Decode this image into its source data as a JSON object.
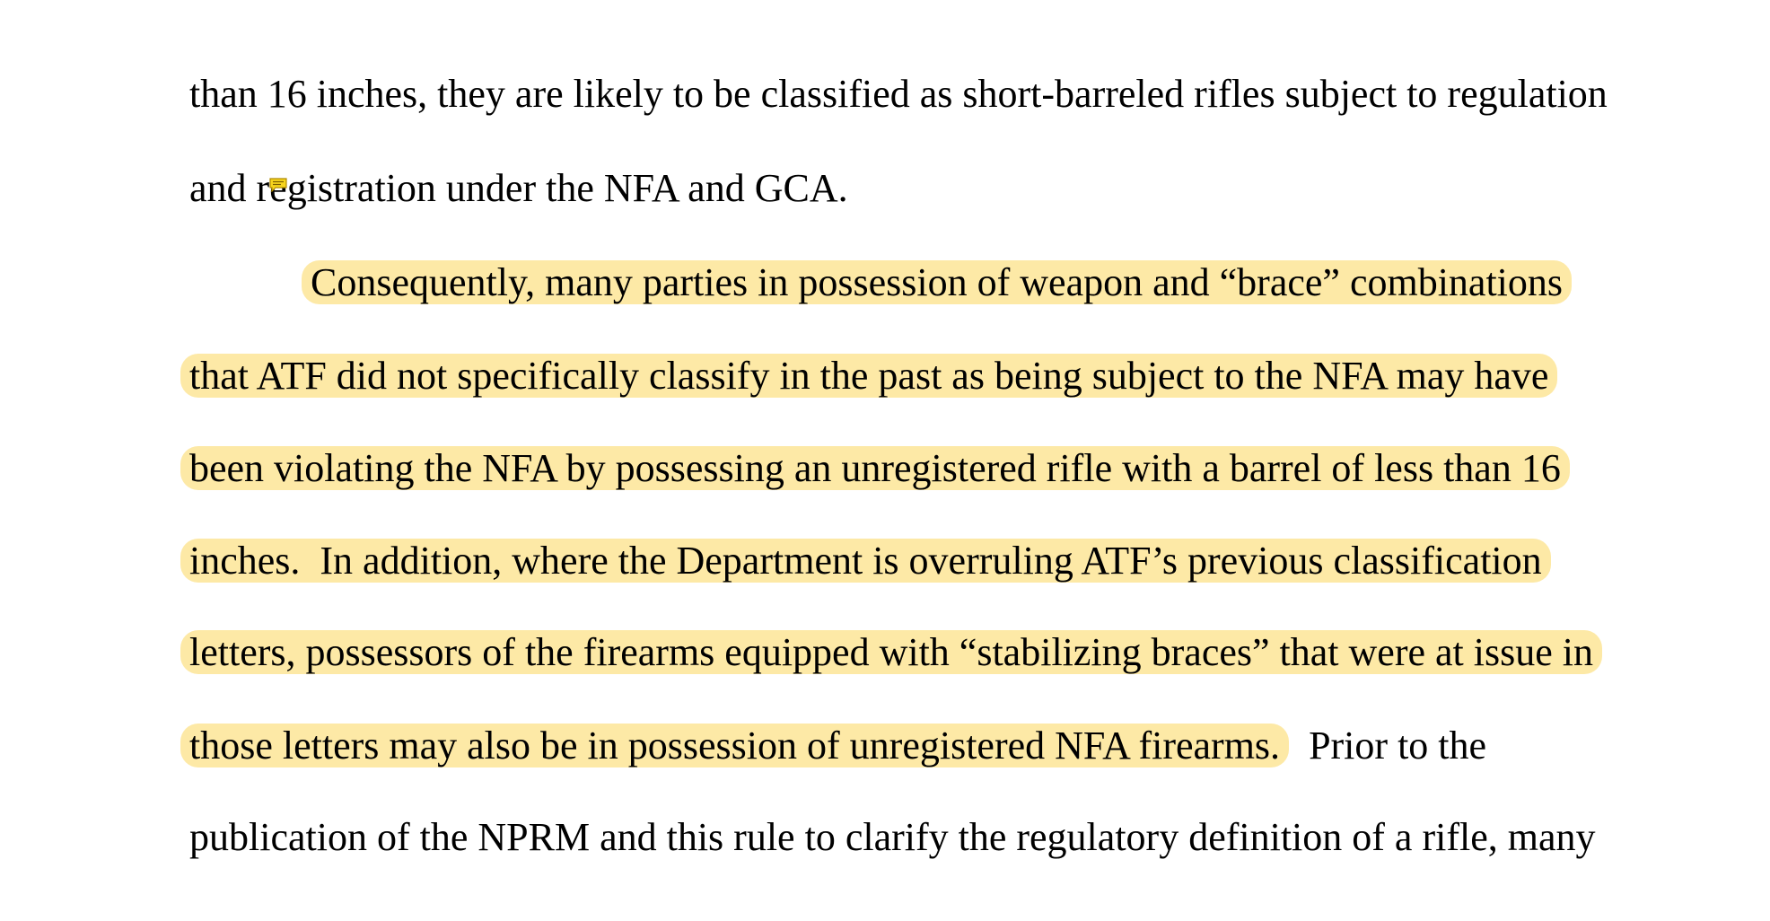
{
  "document": {
    "highlight_color": "#fde9a6",
    "comment_icon": "comment-icon",
    "lines": [
      {
        "pre": "than 16 inches, they are likely to be classified as short-barreled rifles subject to regulation",
        "hl": "",
        "post": ""
      },
      {
        "pre": "and registration under the NFA and GCA.",
        "hl": "",
        "post": ""
      },
      {
        "pre": "",
        "hl": "Consequently, many parties in possession of weapon and “brace” combinations",
        "post": ""
      },
      {
        "pre": "",
        "hl": "that ATF did not specifically classify in the past as being subject to the NFA may have",
        "post": ""
      },
      {
        "pre": "",
        "hl": "been violating the NFA by possessing an unregistered rifle with a barrel of less than 16",
        "post": ""
      },
      {
        "pre": "",
        "hl": "inches.  In addition, where the Department is overruling ATF’s previous classification",
        "post": ""
      },
      {
        "pre": "",
        "hl": "letters, possessors of the firearms equipped with “stabilizing braces” that were at issue in",
        "post": ""
      },
      {
        "pre": "",
        "hl": "those letters may also be in possession of unregistered NFA firearms.",
        "post": "  Prior to the"
      },
      {
        "pre": "publication of the NPRM and this rule to clarify the regulatory definition of a rifle, many",
        "hl": "",
        "post": ""
      }
    ]
  }
}
